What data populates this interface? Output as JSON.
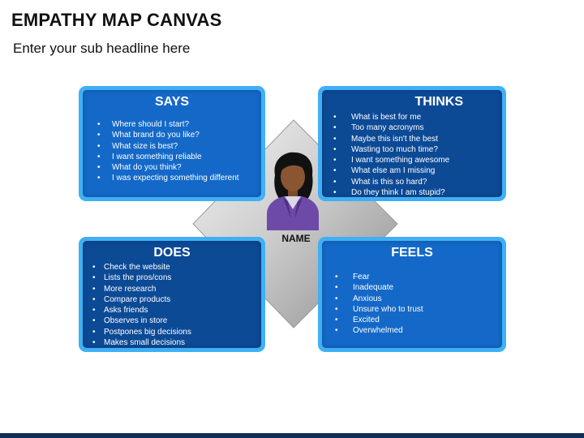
{
  "header": {
    "title": "EMPATHY MAP CANVAS",
    "subtitle": "Enter your sub headline here"
  },
  "center": {
    "name_label": "NAME"
  },
  "quadrants": {
    "says": {
      "title": "SAYS",
      "items": [
        "Where should I start?",
        "What brand do you like?",
        "What size is best?",
        "I want something reliable",
        "What do you think?",
        "I was expecting something different"
      ]
    },
    "thinks": {
      "title": "THINKS",
      "items": [
        "What is best for me",
        "Too many acronyms",
        "Maybe this isn't the best",
        "Wasting too much time?",
        "I want something awesome",
        "What else am I missing",
        "What is this so hard?",
        "Do they think I am stupid?"
      ]
    },
    "does": {
      "title": "DOES",
      "items": [
        "Check the website",
        "Lists the pros/cons",
        "More research",
        "Compare products",
        "Asks friends",
        "Observes in store",
        "Postpones big decisions",
        "Makes  small decisions"
      ]
    },
    "feels": {
      "title": "FEELS",
      "items": [
        "Fear",
        "Inadequate",
        "Anxious",
        "Unsure who to trust",
        "Excited",
        "Overwhelmed"
      ]
    }
  },
  "colors": {
    "frame": "#3fb0f5",
    "panel_light": "#1469c8",
    "panel_dark": "#0c4a96",
    "footer_bar": "#0f2e5a"
  }
}
